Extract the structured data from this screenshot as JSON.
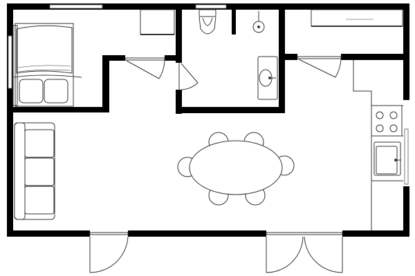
{
  "diagram": {
    "type": "floor-plan",
    "rooms": [
      "bedroom",
      "bathroom",
      "utility-room",
      "living-room",
      "kitchen"
    ],
    "furniture": [
      "double-bed",
      "wardrobe",
      "toilet",
      "shower",
      "bathroom-sink",
      "storage-cabinet",
      "sofa",
      "dining-table",
      "dining-chairs",
      "kitchen-cooktop",
      "kitchen-sink"
    ],
    "doors": [
      "bedroom-door",
      "bathroom-door",
      "utility-door",
      "entrance-door",
      "patio-double-door"
    ],
    "wall_color": "#000000",
    "line_color": "#333333",
    "background": "#ffffff"
  }
}
